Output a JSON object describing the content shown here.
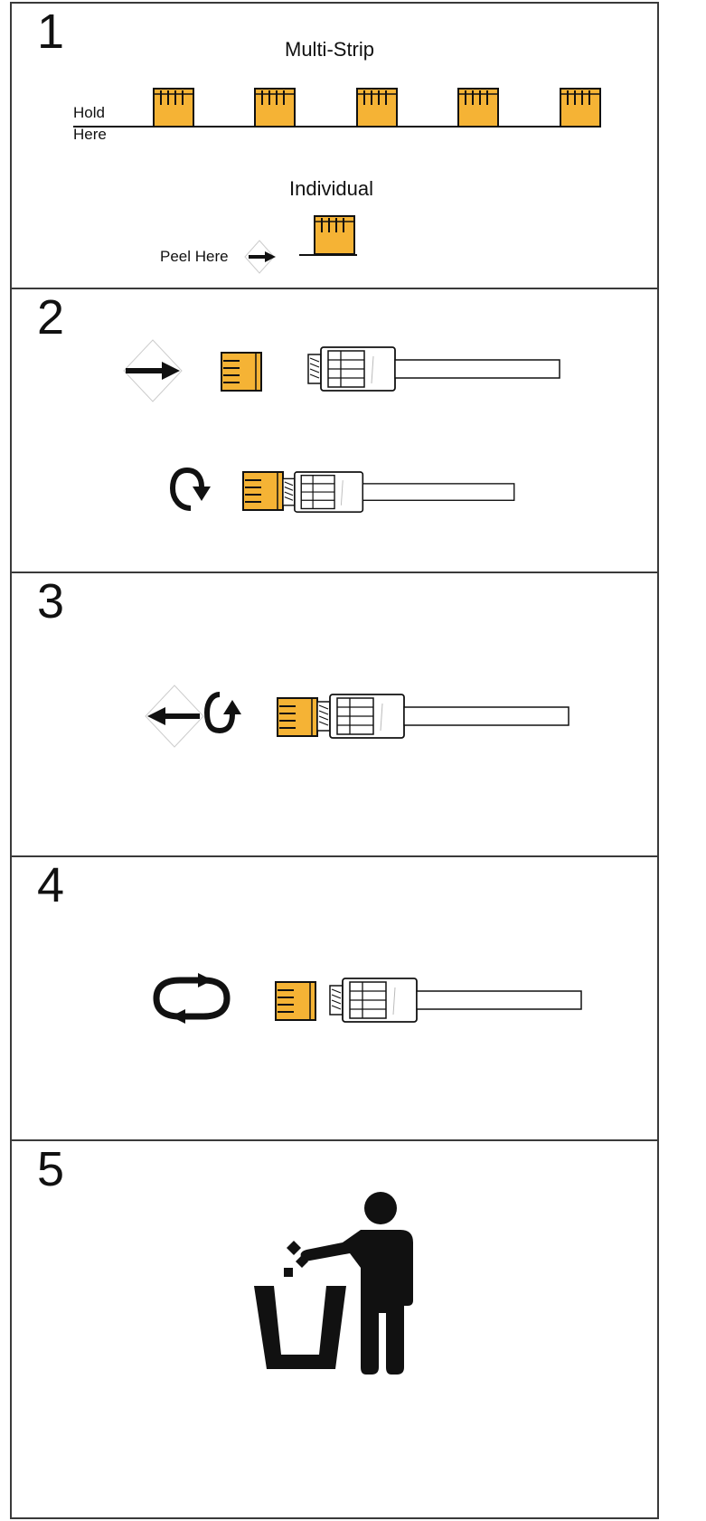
{
  "steps": [
    {
      "number": "1",
      "multi_strip_label": "Multi-Strip",
      "hold_label_line1": "Hold",
      "hold_label_line2": "Here",
      "individual_label": "Individual",
      "peel_label": "Peel Here"
    },
    {
      "number": "2"
    },
    {
      "number": "3"
    },
    {
      "number": "4"
    },
    {
      "number": "5"
    }
  ],
  "colors": {
    "cap_fill": "#F5B335",
    "line": "#111111",
    "border": "#3a3a3a"
  }
}
